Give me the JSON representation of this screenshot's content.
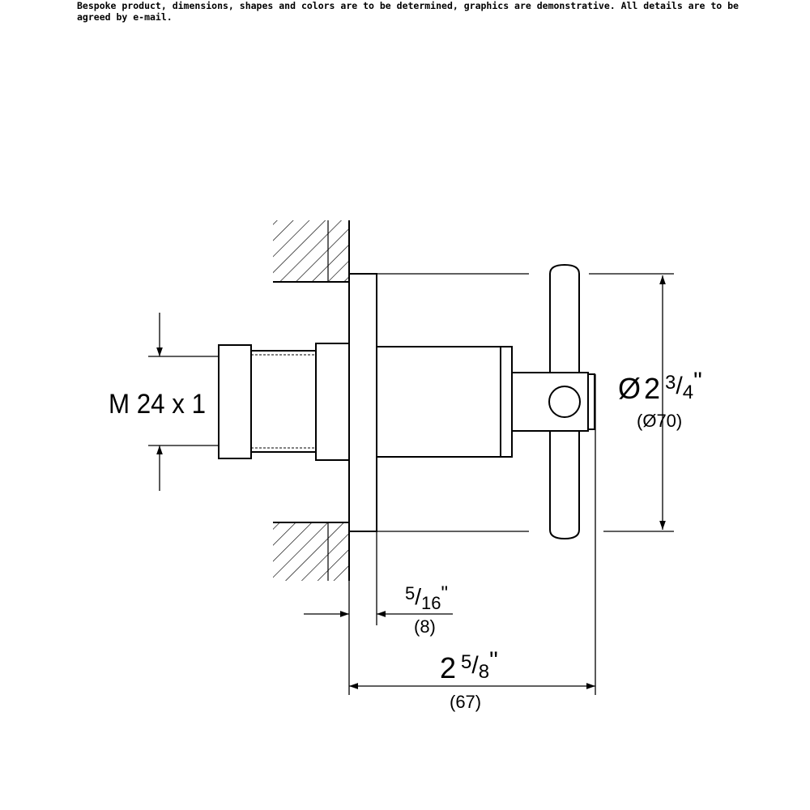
{
  "disclaimer": "Bespoke product, dimensions, shapes and colors are to be determined, graphics are demonstrative. All details are to be agreed by e-mail.",
  "thread_label": "M 24 x 1",
  "diameter": {
    "symbol": "Ø",
    "whole": "2",
    "num": "3",
    "den": "4",
    "inch": "\"",
    "metric": "(Ø70)"
  },
  "depth": {
    "num": "5",
    "den": "16",
    "inch": "\"",
    "metric": "(8)"
  },
  "length": {
    "whole": "2",
    "num": "5",
    "den": "8",
    "inch": "\"",
    "metric": "(67)"
  }
}
